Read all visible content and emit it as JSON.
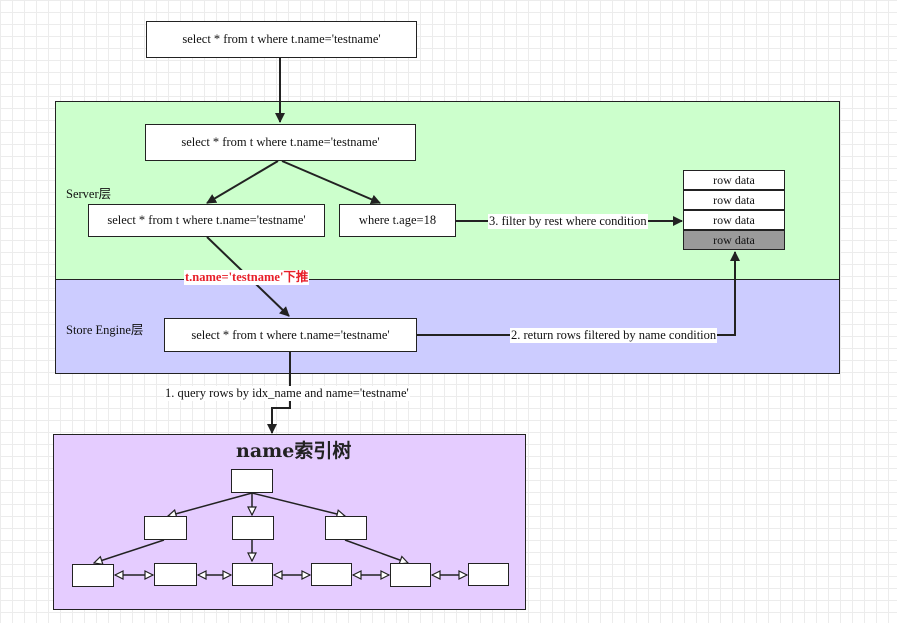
{
  "query": {
    "top": "select * from t where t.name='testname'"
  },
  "server_layer": {
    "label": "Server层",
    "query": "select * from t where t.name='testname'",
    "split_left": "select * from t where t.name='testname'",
    "split_right": "where t.age=18",
    "filter_label": "3. filter by rest where condition",
    "pushdown_label": "t.name='testname'下推"
  },
  "engine_layer": {
    "label": "Store Engine层",
    "query": "select * from t where t.name='testname'",
    "return_label": "2. return rows filtered by name condition",
    "index_query_label": "1. query rows by idx_name and name='testname'"
  },
  "row_stack": {
    "rows": [
      "row data",
      "row data",
      "row data",
      "row data"
    ]
  },
  "index_tree": {
    "title": "name索引树"
  },
  "colors": {
    "server_bg": "#ccffcc",
    "engine_bg": "#ccccff",
    "tree_bg": "#e5ccff",
    "pushdown_text": "#e8202a",
    "row_dark": "#9a9a9a"
  }
}
